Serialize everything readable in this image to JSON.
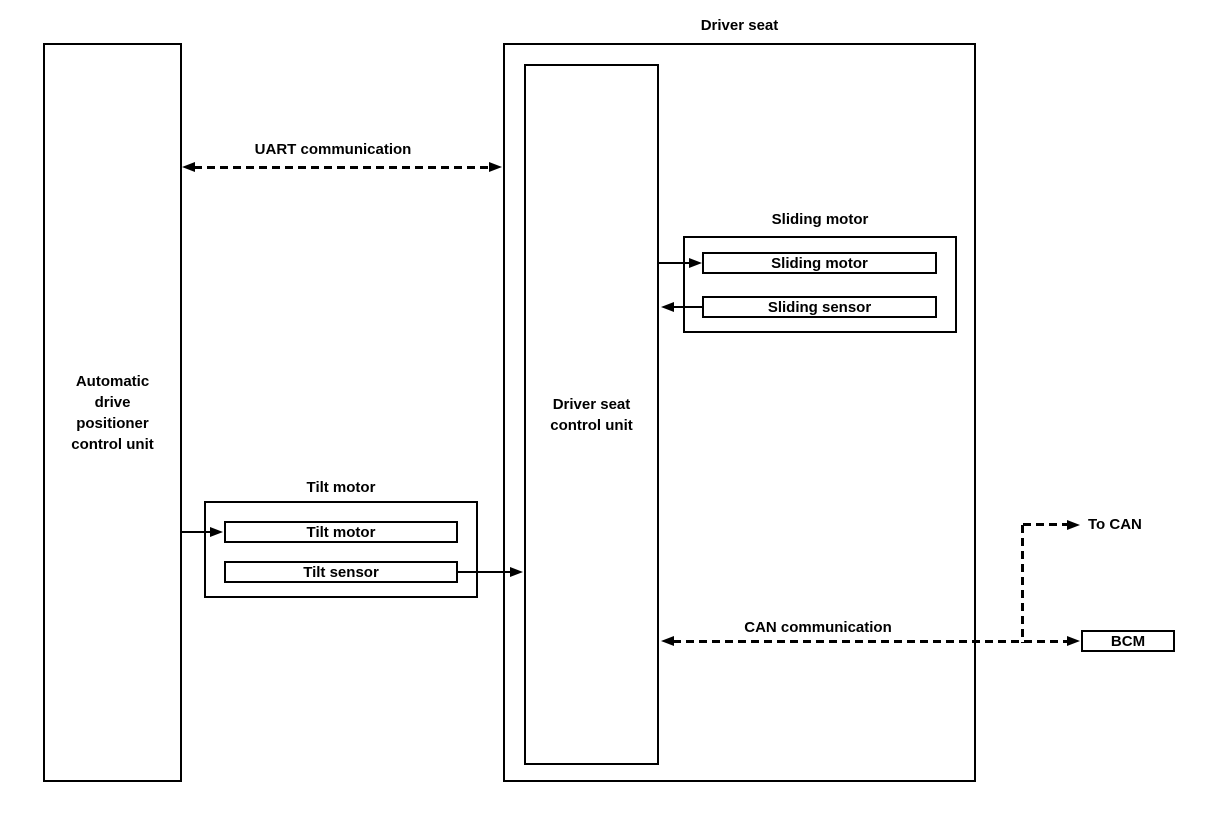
{
  "diagram": {
    "driver_seat_title": "Driver seat",
    "adp_unit": {
      "line1": "Automatic",
      "line2": "drive",
      "line3": "positioner",
      "line4": "control unit"
    },
    "seat_control_unit": {
      "line1": "Driver seat",
      "line2": "control unit"
    },
    "uart": {
      "label": "UART communication"
    },
    "can": {
      "label": "CAN communication"
    },
    "to_can": {
      "label": "To CAN"
    },
    "bcm": {
      "label": "BCM"
    },
    "sliding": {
      "group_title": "Sliding motor",
      "motor_label": "Sliding motor",
      "sensor_label": "Sliding sensor"
    },
    "tilt": {
      "group_title": "Tilt motor",
      "motor_label": "Tilt motor",
      "sensor_label": "Tilt sensor"
    }
  },
  "colors": {
    "line": "#000000",
    "background": "#ffffff"
  }
}
